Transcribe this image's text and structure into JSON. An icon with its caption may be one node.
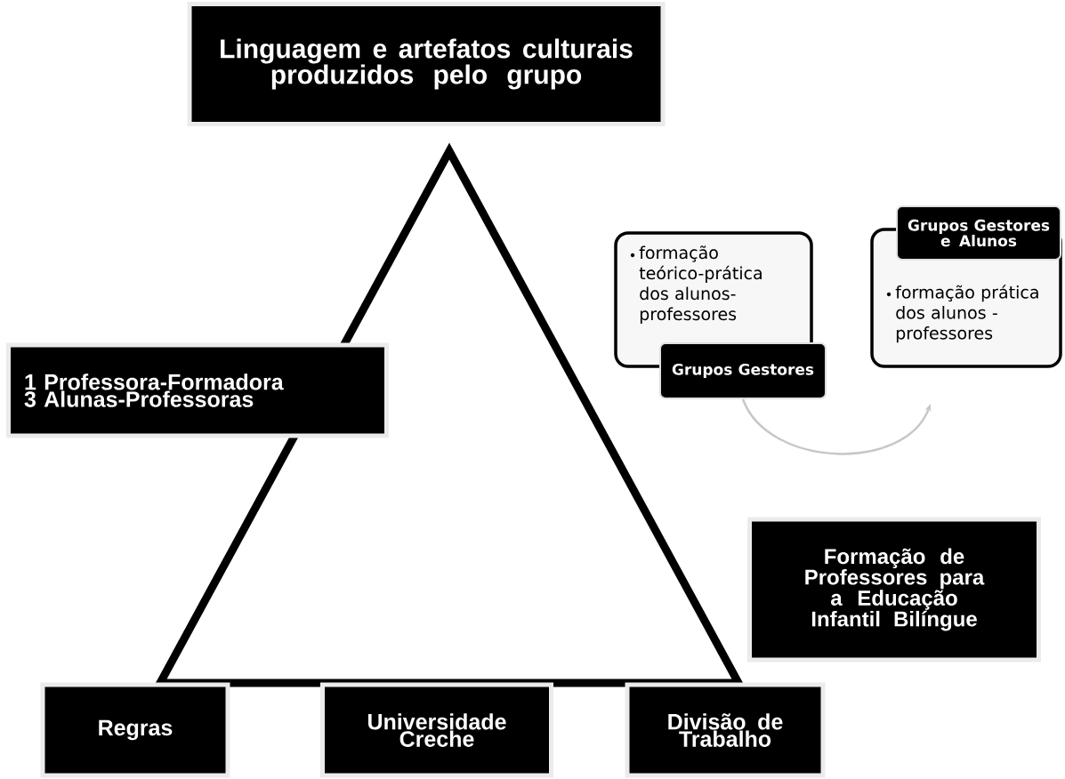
{
  "diagram": {
    "nodes": [
      {
        "text": [
          "Linguagem e artefatos culturais produzidos pelo grupo"
        ]
      },
      {
        "text": [
          "1 Professora-Formadora",
          "3 Alunas-Professoras"
        ]
      },
      {
        "text": [
          "formação teórico-prática dos alunos-professores"
        ]
      },
      {
        "text": [
          "Grupos Gestores"
        ]
      },
      {
        "text": [
          "formação prática dos alunos - professores"
        ]
      },
      {
        "text": [
          "Grupos Gestores e Alunos"
        ]
      },
      {
        "text": [
          "Formação de Professores para a Educação Infantil Bilíngue"
        ]
      },
      {
        "text": [
          "Regras"
        ]
      },
      {
        "text": [
          "Universidade Creche"
        ]
      },
      {
        "text": [
          "Divisão de Trabalho"
        ]
      }
    ],
    "edges": [
      {
        "from": 3,
        "to": 4,
        "arrow": "to"
      }
    ]
  }
}
